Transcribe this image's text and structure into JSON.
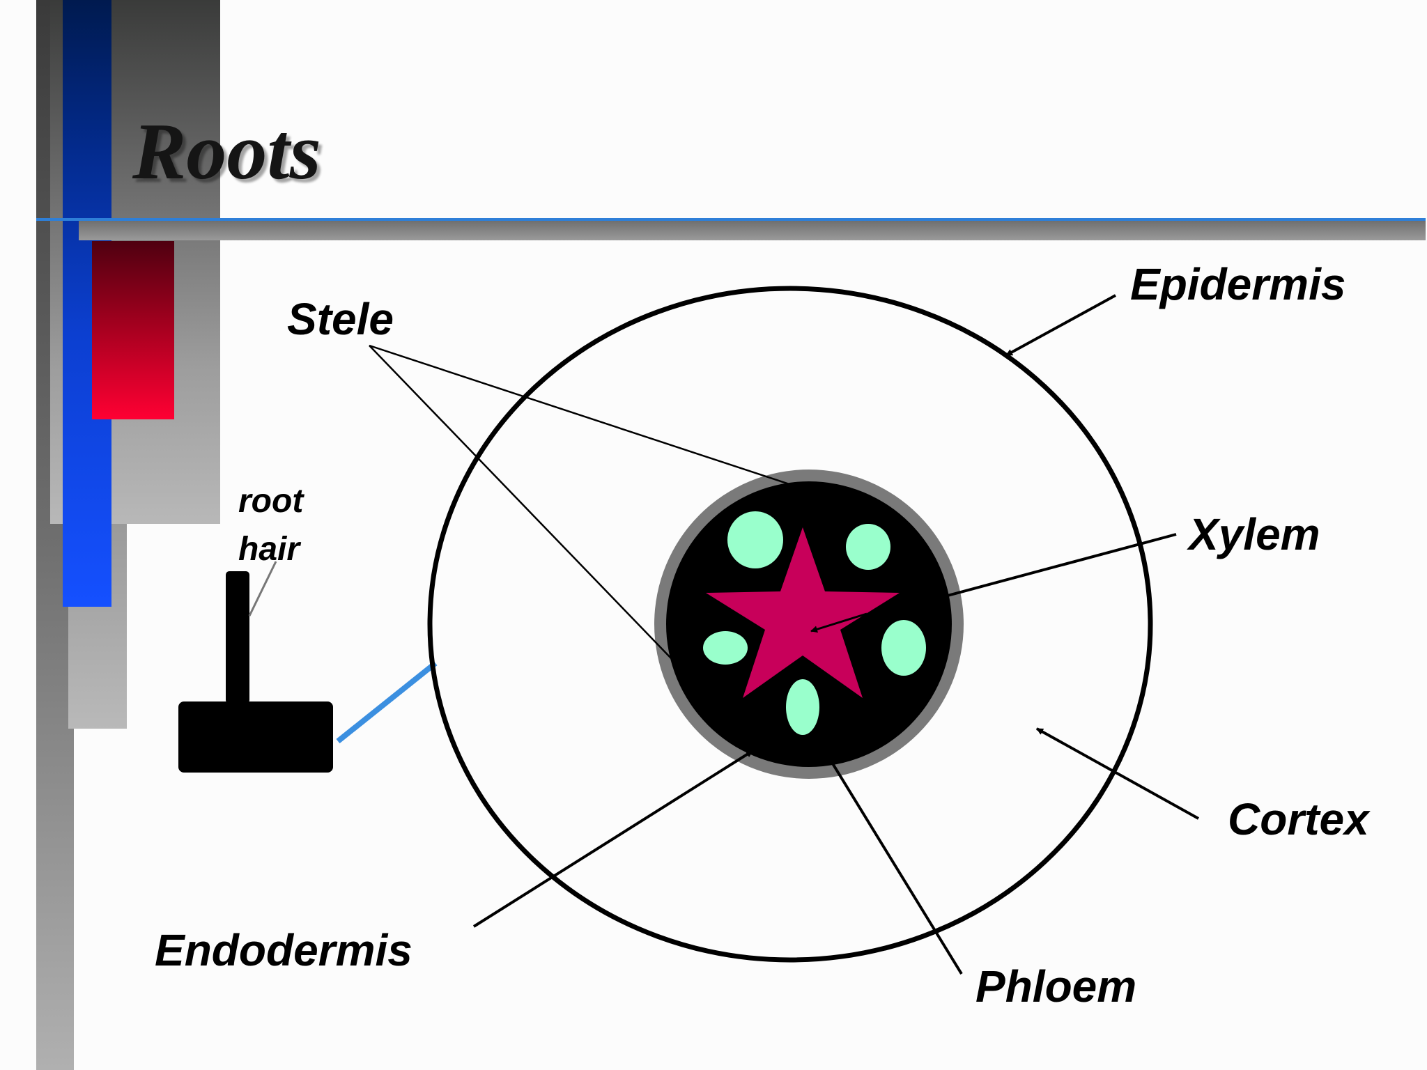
{
  "title": "Roots",
  "labels": {
    "stele": "Stele",
    "epidermis": "Epidermis",
    "xylem": "Xylem",
    "cortex": "Cortex",
    "phloem": "Phloem",
    "endodermis": "Endodermis",
    "root_hair_line1": "root",
    "root_hair_line2": "hair"
  },
  "colors": {
    "xylem_star": "#c8005a",
    "phloem_spots": "#99ffcc",
    "stele_core": "#000000",
    "endodermis_ring": "#7a7a7a",
    "root_hair_connector": "#3b8fe0",
    "accent_blue": "#1550ff",
    "accent_red": "#ff0033"
  }
}
